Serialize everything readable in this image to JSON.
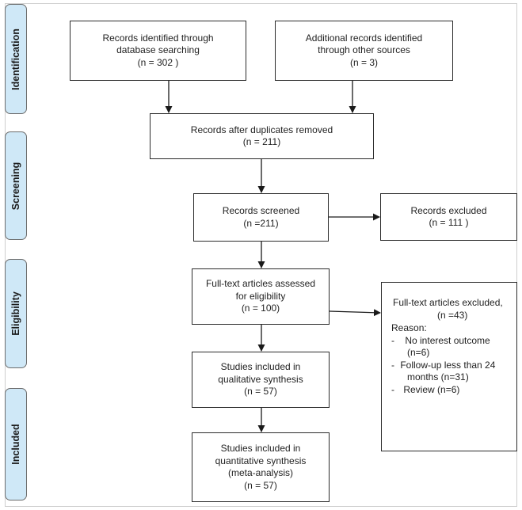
{
  "phases": {
    "identification": "Identification",
    "screening": "Screening",
    "eligibility": "Eligibility",
    "included": "Included"
  },
  "boxes": {
    "database": {
      "line1": "Records identified through",
      "line2": "database searching",
      "line3": "(n = 302 )"
    },
    "other": {
      "line1": "Additional records identified",
      "line2": "through other sources",
      "line3": "(n = 3)"
    },
    "dedup": {
      "line1": "Records after duplicates removed",
      "line2": "(n = 211)"
    },
    "screened": {
      "line1": "Records screened",
      "line2": "(n =211)"
    },
    "excluded": {
      "line1": "Records excluded",
      "line2": "(n = 111 )"
    },
    "fulltext": {
      "line1": "Full-text articles assessed",
      "line2": "for eligibility",
      "line3": "(n = 100)"
    },
    "fulltext_excluded": {
      "title": "Full-text articles excluded,",
      "count": "(n =43)",
      "reason_label": "Reason:",
      "items": [
        {
          "dash": "-",
          "text": "No interest outcome",
          "cont": "(n=6)"
        },
        {
          "dash": "-",
          "text": "Follow-up less than 24",
          "cont": "months (n=31)"
        },
        {
          "dash": "-",
          "text": "Review (n=6)",
          "cont": ""
        }
      ]
    },
    "qualitative": {
      "line1": "Studies included in",
      "line2": "qualitative synthesis",
      "line3": "(n = 57)"
    },
    "quantitative": {
      "line1": "Studies included in",
      "line2": "quantitative synthesis",
      "line3": "(meta-analysis)",
      "line4": "(n = 57)"
    }
  },
  "colors": {
    "phase_fill": "#cfe8f7",
    "phase_border": "#6c6c6c",
    "box_border": "#2b2b2b",
    "arrow": "#1a1a1a"
  }
}
